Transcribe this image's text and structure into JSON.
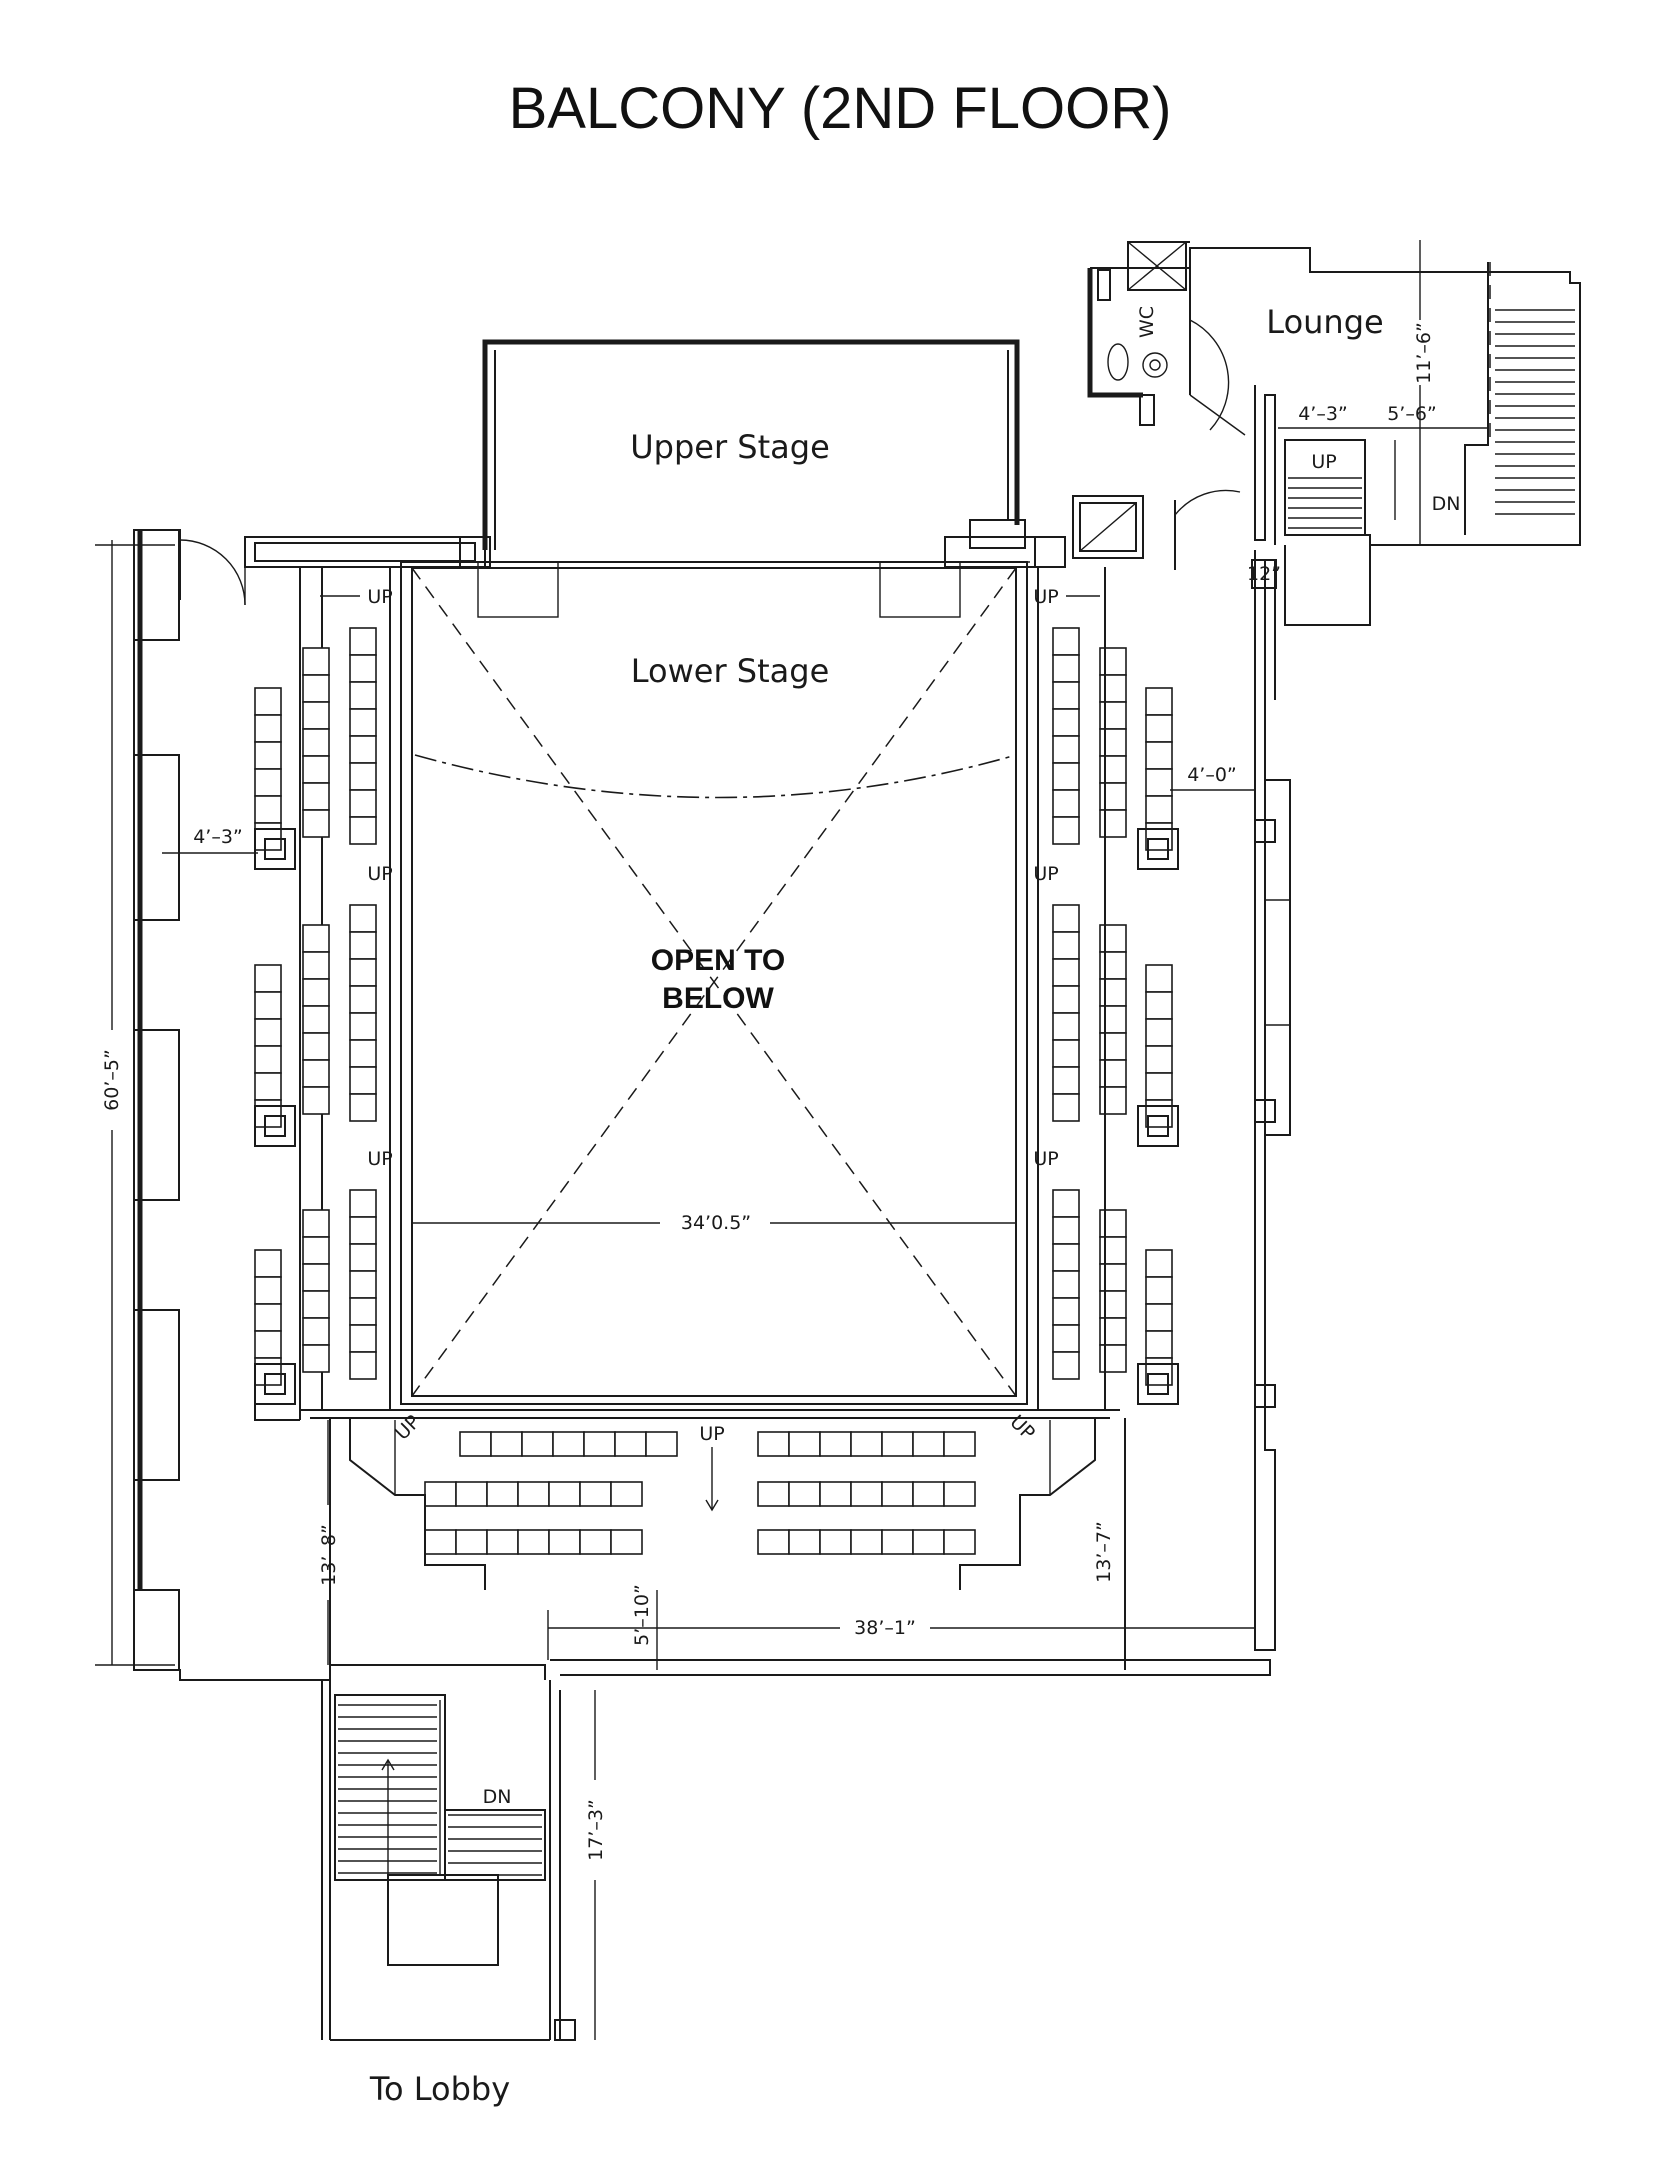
{
  "title": "BALCONY (2ND FLOOR)",
  "rooms": {
    "upper_stage": "Upper Stage",
    "lower_stage": "Lower Stage",
    "lounge": "Lounge",
    "wc": "WC",
    "to_lobby": "To Lobby",
    "open_line1": "OPEN TO",
    "open_line2": "BELOW"
  },
  "stairs": {
    "up": "UP",
    "dn": "DN"
  },
  "dimensions": {
    "overall_height": "60’–5”",
    "left_aisle": "4’–3”",
    "right_aisle": "4’–0”",
    "pit_width": "34’0.5”",
    "rear_left_depth": "13’–8”",
    "rear_right_depth": "13’–7”",
    "rear_gap": "5’–10”",
    "rear_width": "38’–1”",
    "stair_depth": "17’–3”",
    "lounge_depth": "11’–6”",
    "lounge_stair_a": "4’–3”",
    "lounge_stair_b": "5’–6”",
    "small_step": "12”"
  }
}
